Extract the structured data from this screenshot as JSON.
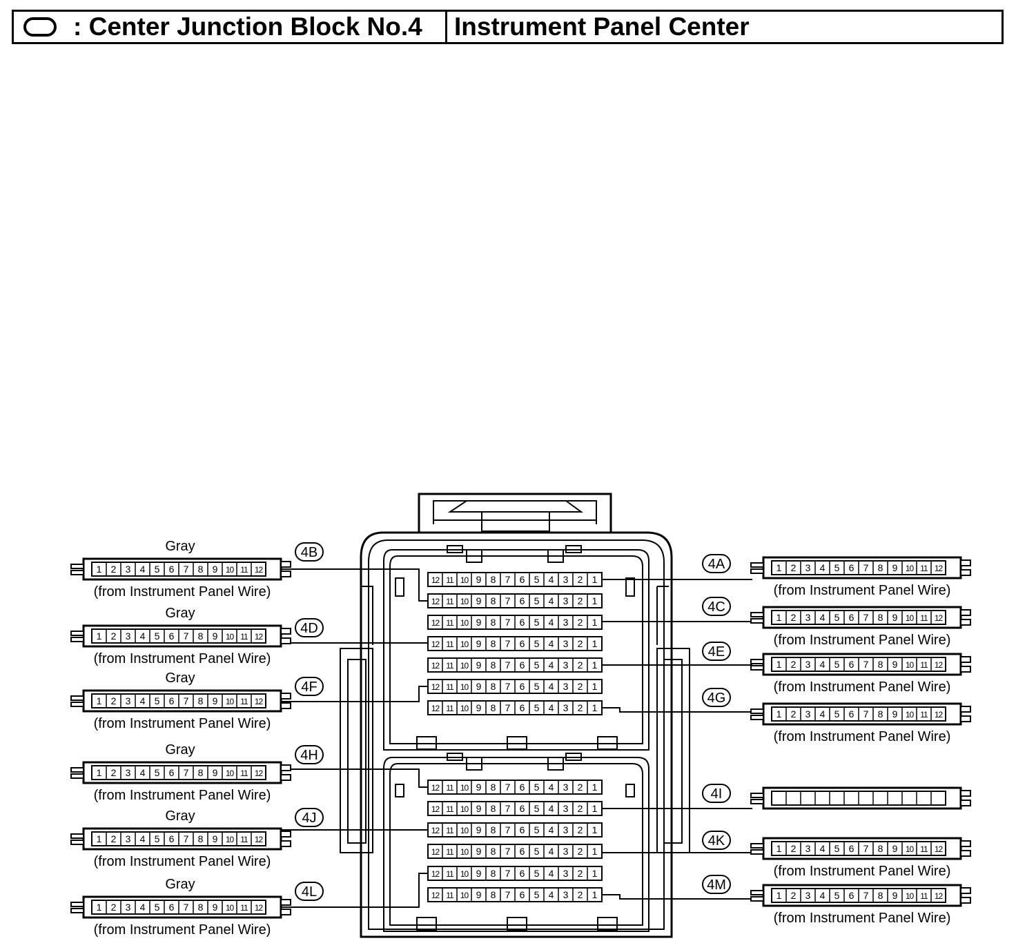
{
  "header": {
    "title_left": ": Center Junction Block No.4",
    "title_right": "Instrument Panel Center",
    "legend_icon": "oval-icon"
  },
  "block": {
    "upper_rows": [
      [
        "12",
        "11",
        "10",
        "9",
        "8",
        "7",
        "6",
        "5",
        "4",
        "3",
        "2",
        "1"
      ],
      [
        "12",
        "11",
        "10",
        "9",
        "8",
        "7",
        "6",
        "5",
        "4",
        "3",
        "2",
        "1"
      ],
      [
        "12",
        "11",
        "10",
        "9",
        "8",
        "7",
        "6",
        "5",
        "4",
        "3",
        "2",
        "1"
      ],
      [
        "12",
        "11",
        "10",
        "9",
        "8",
        "7",
        "6",
        "5",
        "4",
        "3",
        "2",
        "1"
      ],
      [
        "12",
        "11",
        "10",
        "9",
        "8",
        "7",
        "6",
        "5",
        "4",
        "3",
        "2",
        "1"
      ],
      [
        "12",
        "11",
        "10",
        "9",
        "8",
        "7",
        "6",
        "5",
        "4",
        "3",
        "2",
        "1"
      ],
      [
        "12",
        "11",
        "10",
        "9",
        "8",
        "7",
        "6",
        "5",
        "4",
        "3",
        "2",
        "1"
      ]
    ],
    "lower_rows": [
      [
        "12",
        "11",
        "10",
        "9",
        "8",
        "7",
        "6",
        "5",
        "4",
        "3",
        "2",
        "1"
      ],
      [
        "12",
        "11",
        "10",
        "9",
        "8",
        "7",
        "6",
        "5",
        "4",
        "3",
        "2",
        "1"
      ],
      [
        "12",
        "11",
        "10",
        "9",
        "8",
        "7",
        "6",
        "5",
        "4",
        "3",
        "2",
        "1"
      ],
      [
        "12",
        "11",
        "10",
        "9",
        "8",
        "7",
        "6",
        "5",
        "4",
        "3",
        "2",
        "1"
      ],
      [
        "12",
        "11",
        "10",
        "9",
        "8",
        "7",
        "6",
        "5",
        "4",
        "3",
        "2",
        "1"
      ],
      [
        "12",
        "11",
        "10",
        "9",
        "8",
        "7",
        "6",
        "5",
        "4",
        "3",
        "2",
        "1"
      ]
    ]
  },
  "left_connectors": [
    {
      "code": "4B",
      "color": "Gray",
      "source": "(from Instrument Panel Wire)",
      "pins": [
        "1",
        "2",
        "3",
        "4",
        "5",
        "6",
        "7",
        "8",
        "9",
        "10",
        "11",
        "12"
      ]
    },
    {
      "code": "4D",
      "color": "Gray",
      "source": "(from Instrument Panel Wire)",
      "pins": [
        "1",
        "2",
        "3",
        "4",
        "5",
        "6",
        "7",
        "8",
        "9",
        "10",
        "11",
        "12"
      ]
    },
    {
      "code": "4F",
      "color": "Gray",
      "source": "(from Instrument Panel Wire)",
      "pins": [
        "1",
        "2",
        "3",
        "4",
        "5",
        "6",
        "7",
        "8",
        "9",
        "10",
        "11",
        "12"
      ]
    },
    {
      "code": "4H",
      "color": "Gray",
      "source": "(from Instrument Panel Wire)",
      "pins": [
        "1",
        "2",
        "3",
        "4",
        "5",
        "6",
        "7",
        "8",
        "9",
        "10",
        "11",
        "12"
      ]
    },
    {
      "code": "4J",
      "color": "Gray",
      "source": "(from Instrument Panel Wire)",
      "pins": [
        "1",
        "2",
        "3",
        "4",
        "5",
        "6",
        "7",
        "8",
        "9",
        "10",
        "11",
        "12"
      ]
    },
    {
      "code": "4L",
      "color": "Gray",
      "source": "(from Instrument Panel Wire)",
      "pins": [
        "1",
        "2",
        "3",
        "4",
        "5",
        "6",
        "7",
        "8",
        "9",
        "10",
        "11",
        "12"
      ]
    }
  ],
  "right_connectors": [
    {
      "code": "4A",
      "source": "(from Instrument Panel Wire)",
      "pins": [
        "1",
        "2",
        "3",
        "4",
        "5",
        "6",
        "7",
        "8",
        "9",
        "10",
        "11",
        "12"
      ]
    },
    {
      "code": "4C",
      "source": "(from Instrument Panel Wire)",
      "pins": [
        "1",
        "2",
        "3",
        "4",
        "5",
        "6",
        "7",
        "8",
        "9",
        "10",
        "11",
        "12"
      ]
    },
    {
      "code": "4E",
      "source": "(from Instrument Panel Wire)",
      "pins": [
        "1",
        "2",
        "3",
        "4",
        "5",
        "6",
        "7",
        "8",
        "9",
        "10",
        "11",
        "12"
      ]
    },
    {
      "code": "4G",
      "source": "(from Instrument Panel Wire)",
      "pins": [
        "1",
        "2",
        "3",
        "4",
        "5",
        "6",
        "7",
        "8",
        "9",
        "10",
        "11",
        "12"
      ]
    },
    {
      "code": "4I",
      "source": "",
      "pins": [
        "",
        "",
        "",
        "",
        "",
        "",
        "",
        "",
        "",
        "",
        "",
        ""
      ]
    },
    {
      "code": "4K",
      "source": "(from Instrument Panel Wire)",
      "pins": [
        "1",
        "2",
        "3",
        "4",
        "5",
        "6",
        "7",
        "8",
        "9",
        "10",
        "11",
        "12"
      ]
    },
    {
      "code": "4M",
      "source": "(from Instrument Panel Wire)",
      "pins": [
        "1",
        "2",
        "3",
        "4",
        "5",
        "6",
        "7",
        "8",
        "9",
        "10",
        "11",
        "12"
      ]
    }
  ]
}
